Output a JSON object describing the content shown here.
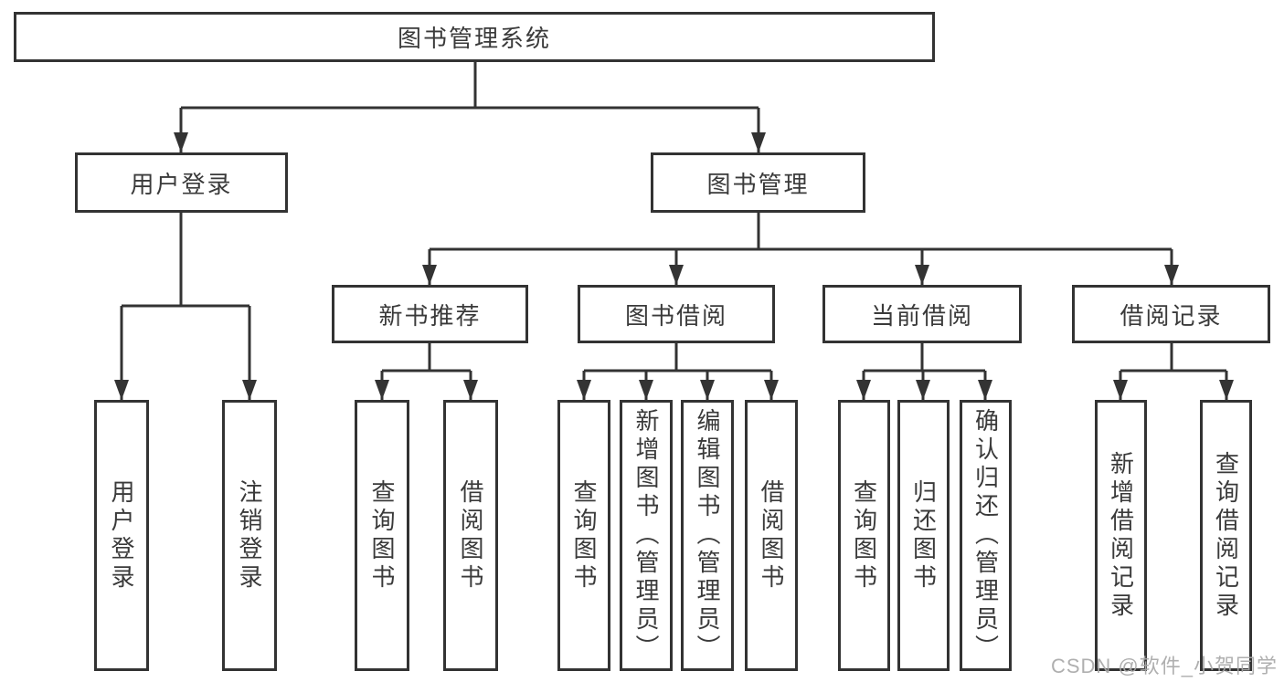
{
  "nodes": {
    "root": "图书管理系统",
    "user_login": "用户登录",
    "book_mgmt": "图书管理",
    "new_book_rec": "新书推荐",
    "book_borrow": "图书借阅",
    "current_borrow": "当前借阅",
    "borrow_record": "借阅记录",
    "leaf_user_login": "用户登录",
    "leaf_logout": "注销登录",
    "leaf_query_book_rec": "查询图书",
    "leaf_borrow_book_rec": "借阅图书",
    "leaf_query_book_borrow": "查询图书",
    "leaf_add_book_admin": "新增图书（管理员）",
    "leaf_edit_book_admin": "编辑图书（管理员）",
    "leaf_borrow_book_borrow": "借阅图书",
    "leaf_query_book_current": "查询图书",
    "leaf_return_book": "归还图书",
    "leaf_confirm_return_admin": "确认归还（管理员）",
    "leaf_add_borrow_record": "新增借阅记录",
    "leaf_query_borrow_record": "查询借阅记录"
  },
  "hierarchy": {
    "图书管理系统": {
      "用户登录": [
        "用户登录",
        "注销登录"
      ],
      "图书管理": {
        "新书推荐": [
          "查询图书",
          "借阅图书"
        ],
        "图书借阅": [
          "查询图书",
          "新增图书（管理员）",
          "编辑图书（管理员）",
          "借阅图书"
        ],
        "当前借阅": [
          "查询图书",
          "归还图书",
          "确认归还（管理员）"
        ],
        "借阅记录": [
          "新增借阅记录",
          "查询借阅记录"
        ]
      }
    }
  },
  "colors": {
    "line": "#333333",
    "box_border": "#333333",
    "box_background": "#ffffff",
    "text": "#3a3a3a",
    "watermark": "#a8a8a8"
  },
  "watermark": "CSDN @软件_小贺同学"
}
